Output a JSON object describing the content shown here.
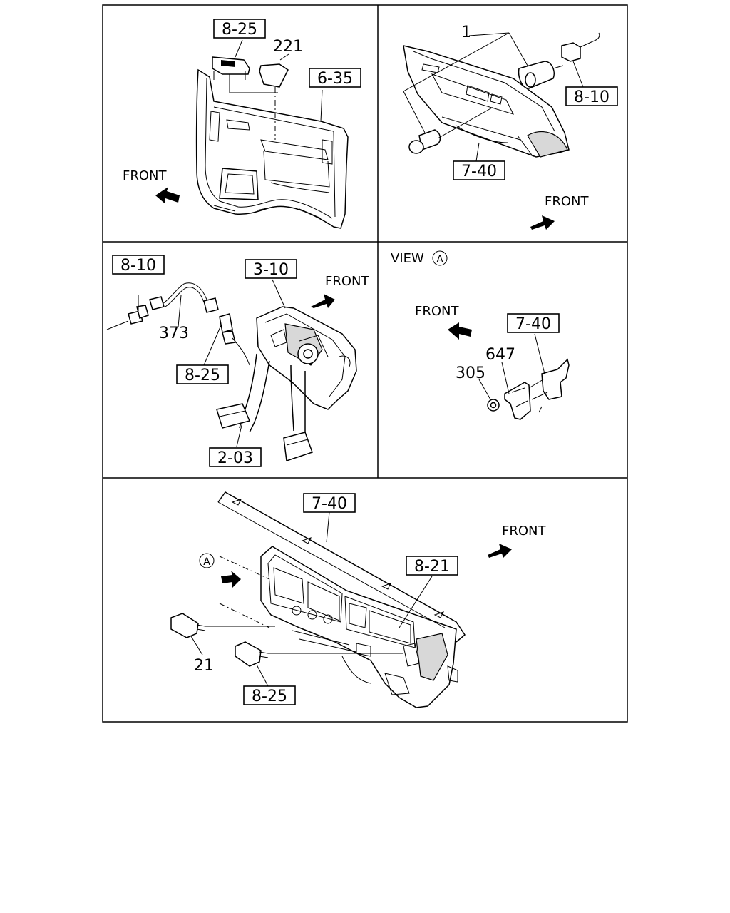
{
  "panels": {
    "door_trim": {
      "labels": {
        "switch": "8-25",
        "cover": "221",
        "trim": "6-35"
      },
      "front": "FRONT"
    },
    "ceiling": {
      "labels": {
        "item": "1",
        "wire": "8-10",
        "panel": "7-40"
      },
      "front": "FRONT"
    },
    "pedal": {
      "labels": {
        "harness_ref": "8-10",
        "harness": "373",
        "switch": "8-25",
        "bracket": "3-10",
        "pedal": "2-03"
      },
      "front": "FRONT"
    },
    "view_a": {
      "title": "VIEW",
      "marker": "A",
      "labels": {
        "panel": "7-40",
        "bracket": "647",
        "nut": "305"
      },
      "front": "FRONT"
    },
    "dashboard": {
      "labels": {
        "panel": "7-40",
        "meter": "8-21",
        "switch": "21",
        "switch_ref": "8-25"
      },
      "view_marker": "A",
      "front": "FRONT"
    }
  },
  "icons": [
    "front-arrow-icon",
    "circle-a-icon"
  ]
}
